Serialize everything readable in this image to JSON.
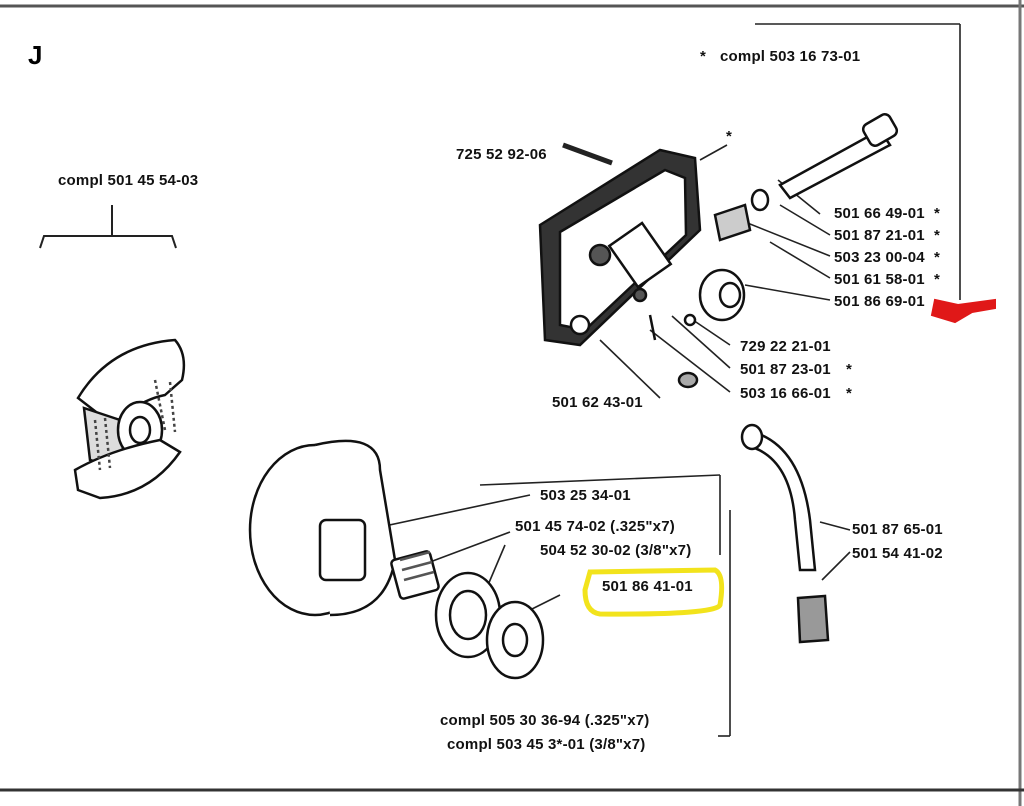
{
  "section_letter": "J",
  "top_assembly": {
    "star": "*",
    "label": "compl 503 16 73-01"
  },
  "clutch_assembly": "compl 501 45 54-03",
  "parts": {
    "screw": "725 52 92-06",
    "p1": "501 66 49-01",
    "p2": "501 87 21-01",
    "p3": "503 23 00-04",
    "p4": "501 61 58-01",
    "p5": "501 86 69-01",
    "p6": "729 22 21-01",
    "p7": "501 87 23-01",
    "p8": "503 16 66-01",
    "nut": "501 62 43-01",
    "drum": "503 25 34-01",
    "sprocket_325": "501 45 74-02 (.325\"x7)",
    "sprocket_38": "504 52 30-02 (3/8\"x7)",
    "washer": "501 86 41-01",
    "hose": "501 87 65-01",
    "hose2": "501 54 41-02",
    "compl_325": "compl 505 30 36-94 (.325\"x7)",
    "compl_38": "compl 503 45 3*-01 (3/8\"x7)"
  },
  "stars": [
    "*",
    "*",
    "*",
    "*",
    "*",
    "*",
    "*",
    "*",
    "*"
  ],
  "annotations": {
    "arrow_color": "#e01818",
    "highlight_color": "#f2e31c"
  }
}
